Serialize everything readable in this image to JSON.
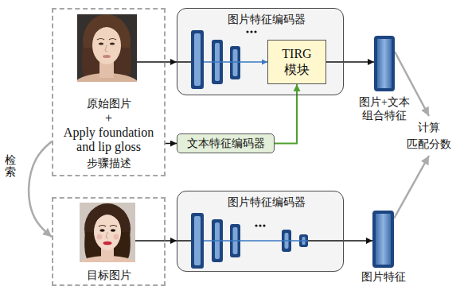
{
  "diagram": {
    "nodes": [
      {
        "text": [
          "原始图片",
          "+",
          "Apply foundation and lip gloss",
          "步骤描述"
        ]
      },
      {
        "text": [
          "图片特征编码器"
        ]
      },
      {
        "text": [
          "TIRG 模块"
        ],
        "in": 1
      },
      {
        "text": [
          "文本特征编码器"
        ]
      },
      {
        "text": [
          "图片+文本 组合特征"
        ]
      },
      {
        "text": [
          "计算 匹配分数"
        ]
      },
      {
        "text": [
          "目标图片"
        ]
      },
      {
        "text": [
          "图片特征编码器"
        ]
      },
      {
        "text": [
          "图片特征"
        ]
      }
    ],
    "edges": [
      {
        "from": 0,
        "to": 1,
        "arrow": "to"
      },
      {
        "from": 0,
        "to": 3,
        "arrow": "to"
      },
      {
        "from": 3,
        "to": 2,
        "arrow": "to"
      },
      {
        "from": 2,
        "to": 4,
        "arrow": "to"
      },
      {
        "from": 4,
        "to": 5,
        "arrow": "to"
      },
      {
        "from": 6,
        "to": 7,
        "arrow": "to"
      },
      {
        "from": 7,
        "to": 8,
        "arrow": "to"
      },
      {
        "from": 8,
        "to": 5,
        "arrow": "to"
      },
      {
        "from": 0,
        "to": 6,
        "arrow": "to",
        "label": "检索"
      }
    ]
  }
}
